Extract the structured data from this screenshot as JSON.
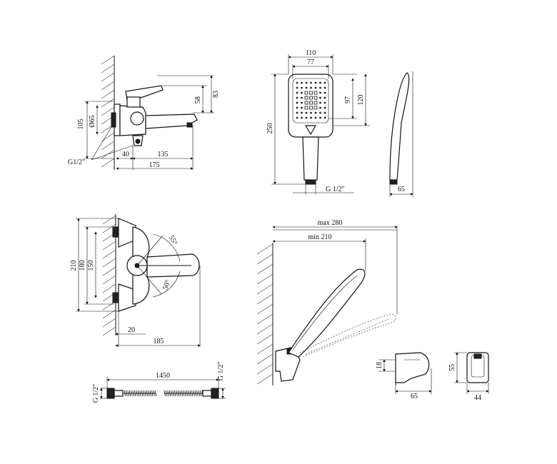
{
  "colors": {
    "line": "#111111",
    "background": "#ffffff"
  },
  "side_view": {
    "d105": "105",
    "d_o65": "Ø65",
    "d83": "83",
    "d58": "58",
    "d40": "40",
    "d135": "135",
    "d175": "175",
    "thread": "G1/2\""
  },
  "head_front": {
    "d110": "110",
    "d77": "77",
    "d97": "97",
    "d120": "120",
    "d250": "250",
    "thread": "G 1/2\""
  },
  "head_side": {
    "d65": "65"
  },
  "top_view": {
    "d210": "210",
    "d180": "180",
    "d150": "150",
    "angle55": "55°",
    "angle50": "50°",
    "d20": "20",
    "d185": "185"
  },
  "holder_view": {
    "max": "max 280",
    "min": "min 210"
  },
  "bracket_side": {
    "d18": "18",
    "d65": "65"
  },
  "bracket_front": {
    "d55": "55",
    "d44": "44"
  },
  "hose": {
    "length": "1450",
    "thread_left": "G 1/2\"",
    "thread_right": "G 1/2\""
  }
}
